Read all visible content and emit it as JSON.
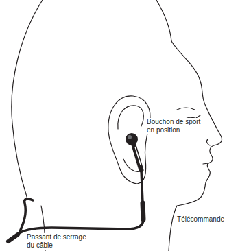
{
  "diagram": {
    "labels": [
      "Bouchon de sport en position",
      "Télécommande",
      "Passant de serrage du câble"
    ]
  }
}
